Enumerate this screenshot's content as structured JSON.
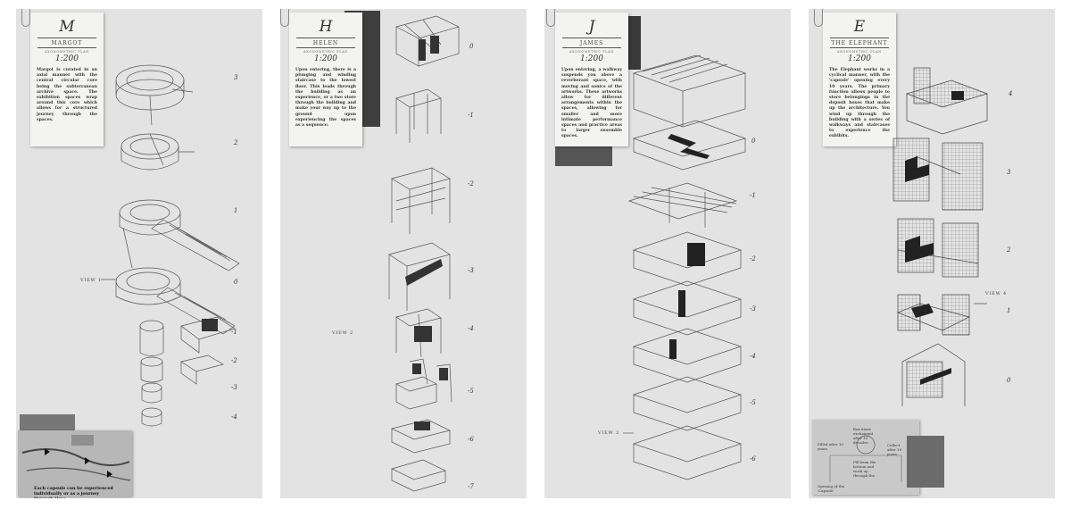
{
  "boards": [
    {
      "letter": "M",
      "name": "MARGOT",
      "subtitle": "AXONOMETRIC PLAN",
      "scale": "1:200",
      "description": "Margot is curated in an axial manner with the central circular core being the subterranean archive space. The exhibition spaces wrap around this core which allows for a structured journey through the spaces.",
      "levels": [
        "3",
        "2",
        "1",
        "0",
        "-1",
        "-2",
        "-3",
        "-4"
      ],
      "view_label": "VIEW 1",
      "footer_text": "Each capsule can be experienced individually or as a journey through time."
    },
    {
      "letter": "H",
      "name": "HELEN",
      "subtitle": "AXONOMETRIC PLAN",
      "scale": "1:200",
      "description": "Upon entering, there is a plunging and winding staircase to the lowest floor. This leads through the building as an experience, or a two store through the building and make your way up to the ground upon experiencing the spaces as a sequence.",
      "levels": [
        "0",
        "-1",
        "-2",
        "-3",
        "-4",
        "-5",
        "-6",
        "-7"
      ],
      "view_label": "VIEW 2"
    },
    {
      "letter": "J",
      "name": "JAMES",
      "subtitle": "AXONOMETRIC PLAN",
      "scale": "1:200",
      "description": "Upon entering, a walkway suspends you above a reverberant space, with moving and sonics of the artworks. These artworks allow for different arrangements within the spaces, allowing for smaller and more intimate performance spaces and practice areas to larger ensemble spaces.",
      "levels": [
        "0",
        "-1",
        "-2",
        "-3",
        "-4",
        "-5",
        "-6"
      ],
      "view_label": "VIEW 3"
    },
    {
      "letter": "E",
      "name": "THE ELEPHANT",
      "subtitle": "AXONOMETRIC PLAN",
      "scale": "1:200",
      "description": "The Elephant works in a cyclical manner, with the 'capsule' opening every 10 years. The primary function allows people to store belongings in the deposit boxes that make up the architecture. You wind up through the building with a series of walkways and staircases to experience the exhibits.",
      "levels": [
        "4",
        "3",
        "2",
        "1",
        "0"
      ],
      "view_label": "VIEW 4",
      "footer_notes": [
        "Filled after 10 years",
        "Box items exchanged after 10 decades",
        "Fill from the bottom and work up through the",
        "Collect after 10 years",
        "Opening of the 'Capsule'"
      ]
    }
  ]
}
